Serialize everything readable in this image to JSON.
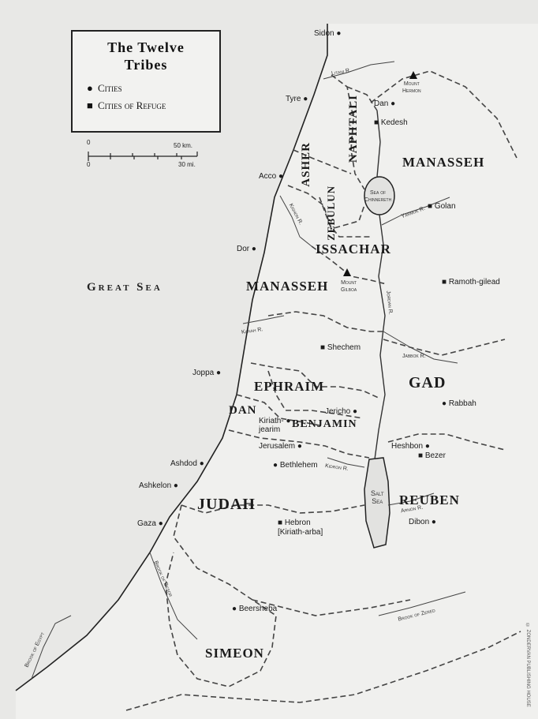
{
  "legend": {
    "title_line1": "The Twelve",
    "title_line2": "Tribes",
    "cities": "Cities",
    "refuge": "Cities of Refuge"
  },
  "scale": {
    "km": "50 km.",
    "mi": "30 mi.",
    "zero_km": "0",
    "zero_mi": "0"
  },
  "tribes": {
    "asher": "ASHER",
    "naphtali": "NAPHTALI",
    "zebulun": "ZEBULUN",
    "manasseh_east": "MANASSEH",
    "issachar": "ISSACHAR",
    "manasseh_west": "MANASSEH",
    "ephraim": "EPHRAIM",
    "gad": "GAD",
    "dan": "DAN",
    "benjamin": "BENJAMIN",
    "judah": "JUDAH",
    "reuben": "REUBEN",
    "simeon": "SIMEON"
  },
  "cities": {
    "sidon": "Sidon",
    "tyre": "Tyre",
    "dan": "Dan",
    "kedesh": "Kedesh",
    "acco": "Acco",
    "golan": "Golan",
    "dor": "Dor",
    "ramoth": "Ramoth-gilead",
    "shechem": "Shechem",
    "joppa": "Joppa",
    "rabbah": "Rabbah",
    "jericho": "Jericho",
    "kiriath1": "Kiriath-",
    "kiriath2": "jearim",
    "jerusalem": "Jerusalem",
    "heshbon": "Heshbon",
    "bezer": "Bezer",
    "ashdod": "Ashdod",
    "bethlehem": "Bethlehem",
    "ashkelon": "Ashkelon",
    "hebron1": "Hebron",
    "hebron2": "[Kiriath-arba]",
    "dibon": "Dibon",
    "gaza": "Gaza",
    "beersheba": "Beersheba"
  },
  "features": {
    "hermon1": "Mount",
    "hermon2": "Hermon",
    "gilboa1": "Mount",
    "gilboa2": "Gilboa",
    "chinnereth1": "Sea of",
    "chinnereth2": "Chinnereth",
    "salt1": "Salt",
    "salt2": "Sea",
    "great_sea": "Great Sea",
    "litani": "Litani R.",
    "kishon": "Kishon R.",
    "yarmuk": "Yarmuk R.",
    "jordan": "Jordan R.",
    "jabbok": "Jabbok R.",
    "kanah": "Kanah R.",
    "kidron": "Kidron R.",
    "arnon": "Arnon R.",
    "besor": "Brook of Besor",
    "egypt": "Brook of Egypt",
    "zered": "Brook of Zered"
  },
  "credit": "© ZONDERVAN PUBLISHING HOUSE"
}
